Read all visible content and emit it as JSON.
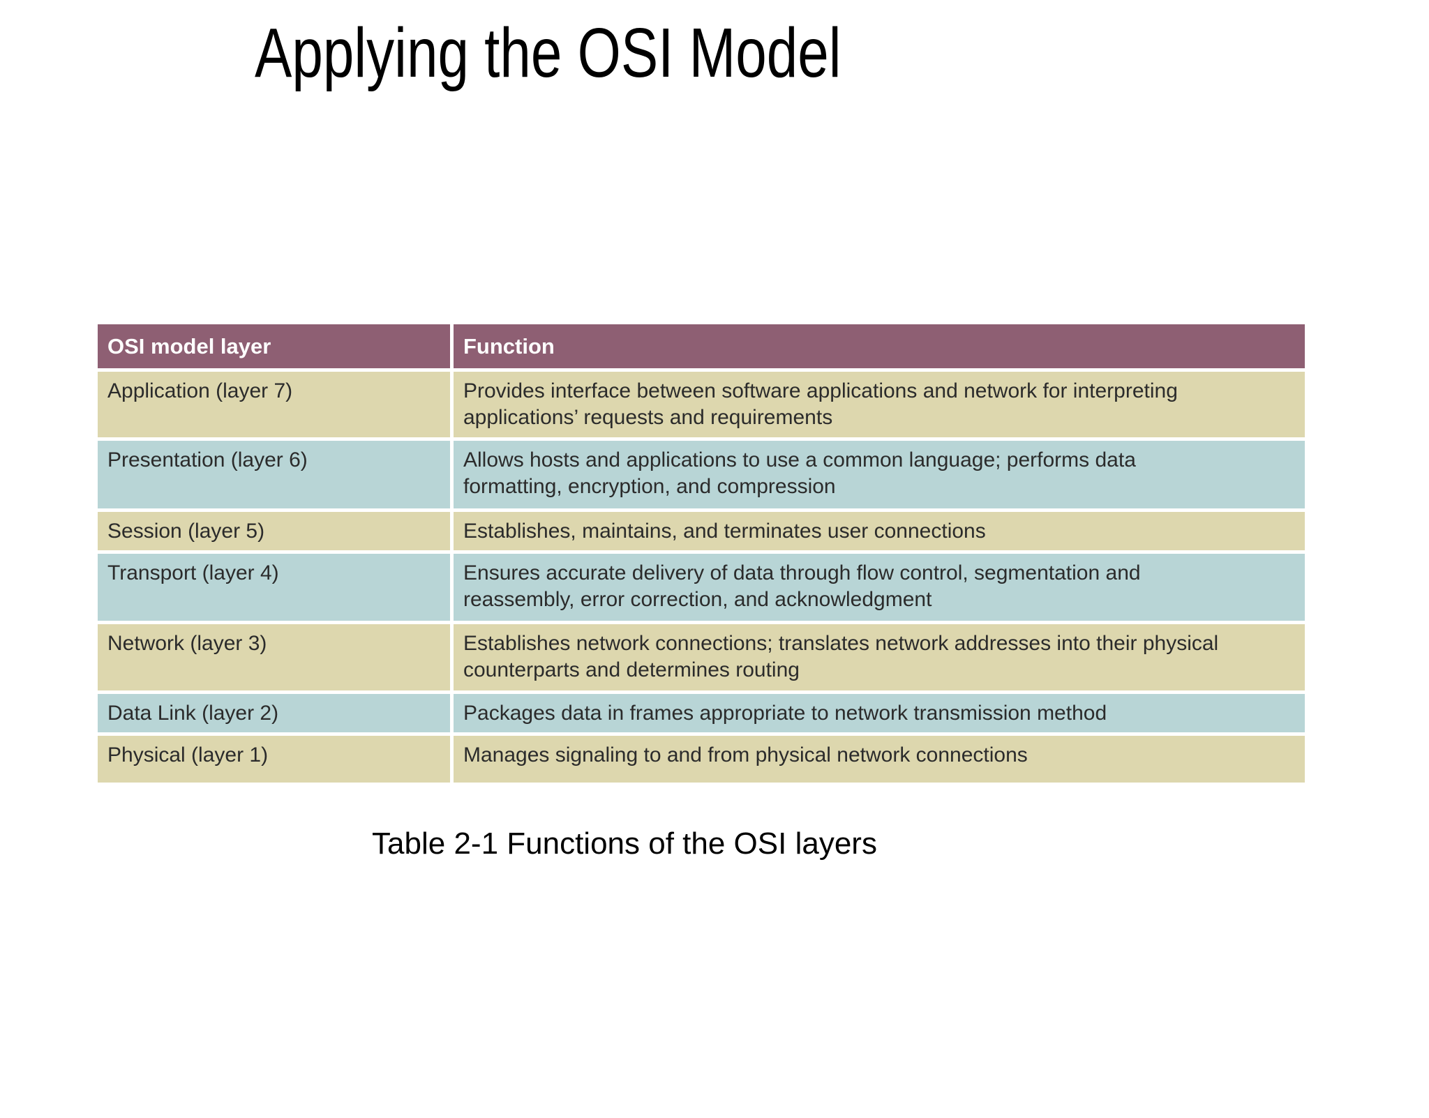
{
  "slide": {
    "title": "Applying the OSI Model",
    "caption": "Table 2-1 Functions of the OSI layers"
  },
  "table": {
    "headers": {
      "layer": "OSI model layer",
      "function": "Function"
    },
    "rows": [
      {
        "layer": "Application (layer 7)",
        "function": "Provides interface between software applications and network for interpreting\napplications’ requests and requirements"
      },
      {
        "layer": "Presentation (layer 6)",
        "function": "Allows hosts and applications to use a common language; performs data\nformatting, encryption, and compression"
      },
      {
        "layer": "Session (layer 5)",
        "function": "Establishes, maintains, and terminates user connections"
      },
      {
        "layer": "Transport (layer 4)",
        "function": "Ensures accurate delivery of data through flow control, segmentation and\nreassembly, error correction, and acknowledgment"
      },
      {
        "layer": "Network (layer 3)",
        "function": "Establishes network connections; translates network addresses into their physical\ncounterparts and determines routing"
      },
      {
        "layer": "Data Link (layer 2)",
        "function": "Packages data in frames appropriate to network transmission method"
      },
      {
        "layer": "Physical (layer 1)",
        "function": "Manages signaling to and from physical network connections"
      }
    ]
  },
  "colors": {
    "background": "#FFFFFF",
    "header_bg": "#8E5F73",
    "header_text": "#FFFFFF",
    "row_tan": "#DDD7AE",
    "row_blue": "#B8D5D6",
    "body_text": "#2B2B2B",
    "title_text": "#000000"
  }
}
